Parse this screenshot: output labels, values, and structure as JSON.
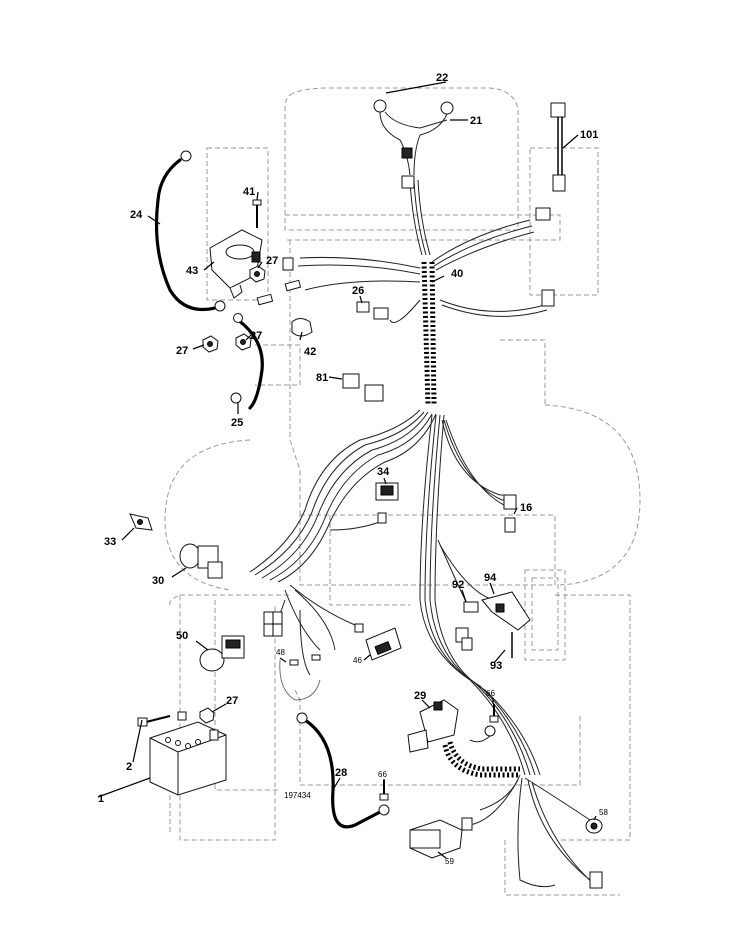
{
  "diagram": {
    "drawing_number": "197434",
    "callouts": {
      "c1": "1",
      "c2": "2",
      "c16": "16",
      "c21": "21",
      "c22": "22",
      "c24": "24",
      "c25": "25",
      "c26": "26",
      "c27a": "27",
      "c27b": "27",
      "c27c": "27",
      "c27d": "27",
      "c28": "28",
      "c29": "29",
      "c30": "30",
      "c33": "33",
      "c34": "34",
      "c40": "40",
      "c41": "41",
      "c42": "42",
      "c43": "43",
      "c46": "46",
      "c48": "48",
      "c50": "50",
      "c58": "58",
      "c59": "59",
      "c66a": "66",
      "c66b": "66",
      "c81": "81",
      "c92": "92",
      "c93": "93",
      "c94": "94",
      "c101": "101"
    }
  }
}
